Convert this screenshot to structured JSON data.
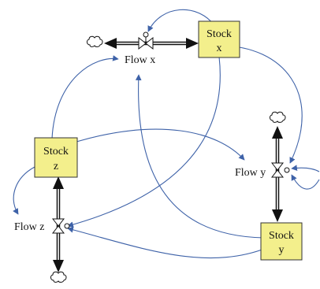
{
  "diagram": {
    "type": "stock-and-flow",
    "stocks": [
      {
        "id": "stock_x",
        "label_line1": "Stock",
        "label_line2": "x"
      },
      {
        "id": "stock_z",
        "label_line1": "Stock",
        "label_line2": "z"
      },
      {
        "id": "stock_y",
        "label_line1": "Stock",
        "label_line2": "y"
      }
    ],
    "flows": [
      {
        "id": "flow_x",
        "label": "Flow x"
      },
      {
        "id": "flow_y",
        "label": "Flow y"
      },
      {
        "id": "flow_z",
        "label": "Flow z"
      }
    ],
    "colors": {
      "stock_fill": "#f3ef8c",
      "link_color": "#3e62a8",
      "pipe_color": "#111111"
    }
  }
}
